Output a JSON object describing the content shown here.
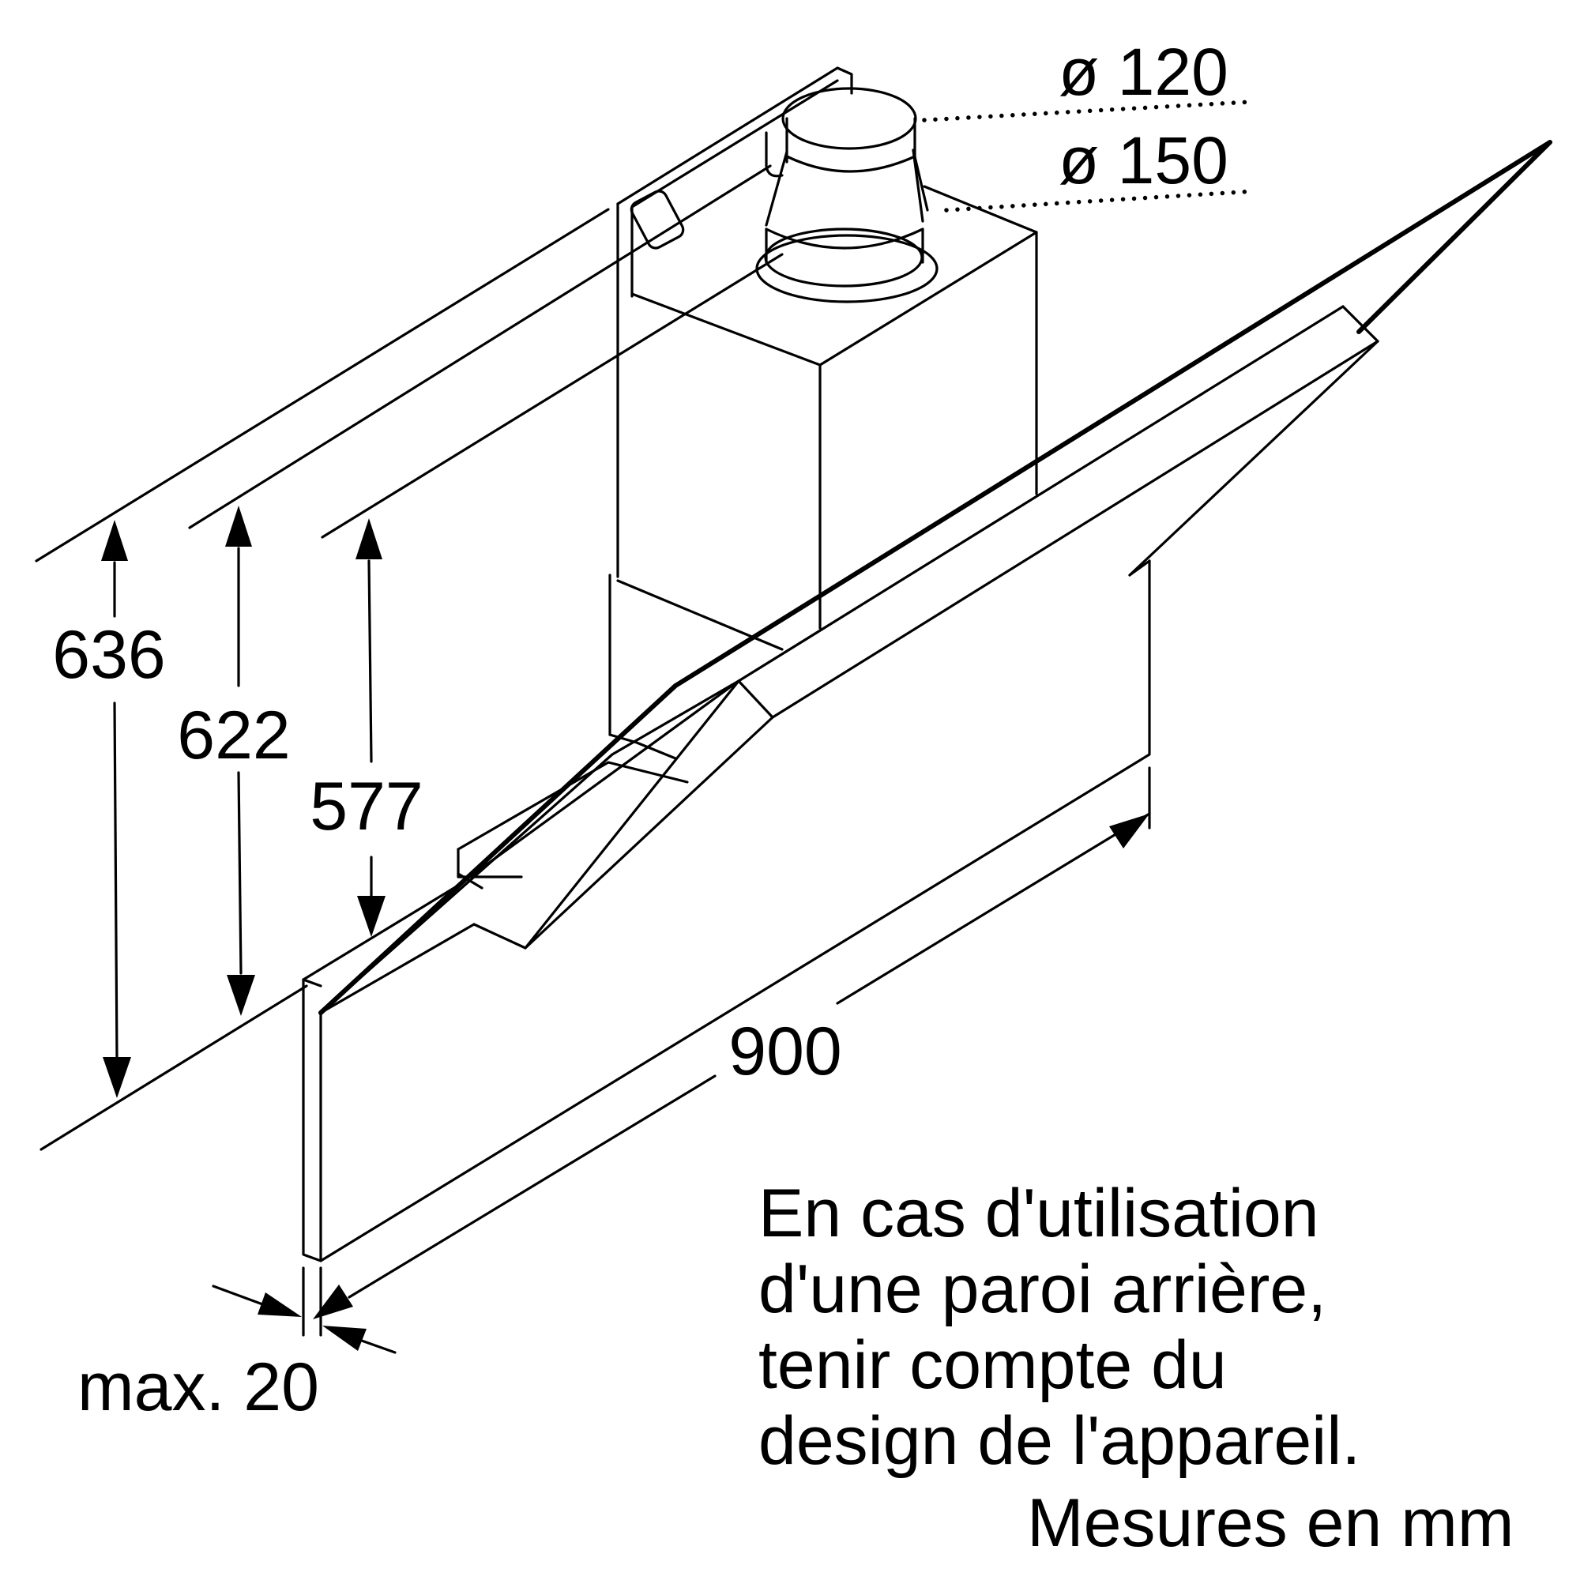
{
  "dimensions": {
    "duct_inner": "ø 120",
    "duct_outer": "ø 150",
    "height_total": "636",
    "height_mid": "622",
    "height_low": "577",
    "width": "900",
    "glass_max": "max. 20"
  },
  "note": {
    "lines": [
      "En cas d'utilisation",
      "d'une paroi arrière,",
      "tenir compte du",
      "design de l'appareil."
    ]
  },
  "units_label": "Mesures en mm"
}
